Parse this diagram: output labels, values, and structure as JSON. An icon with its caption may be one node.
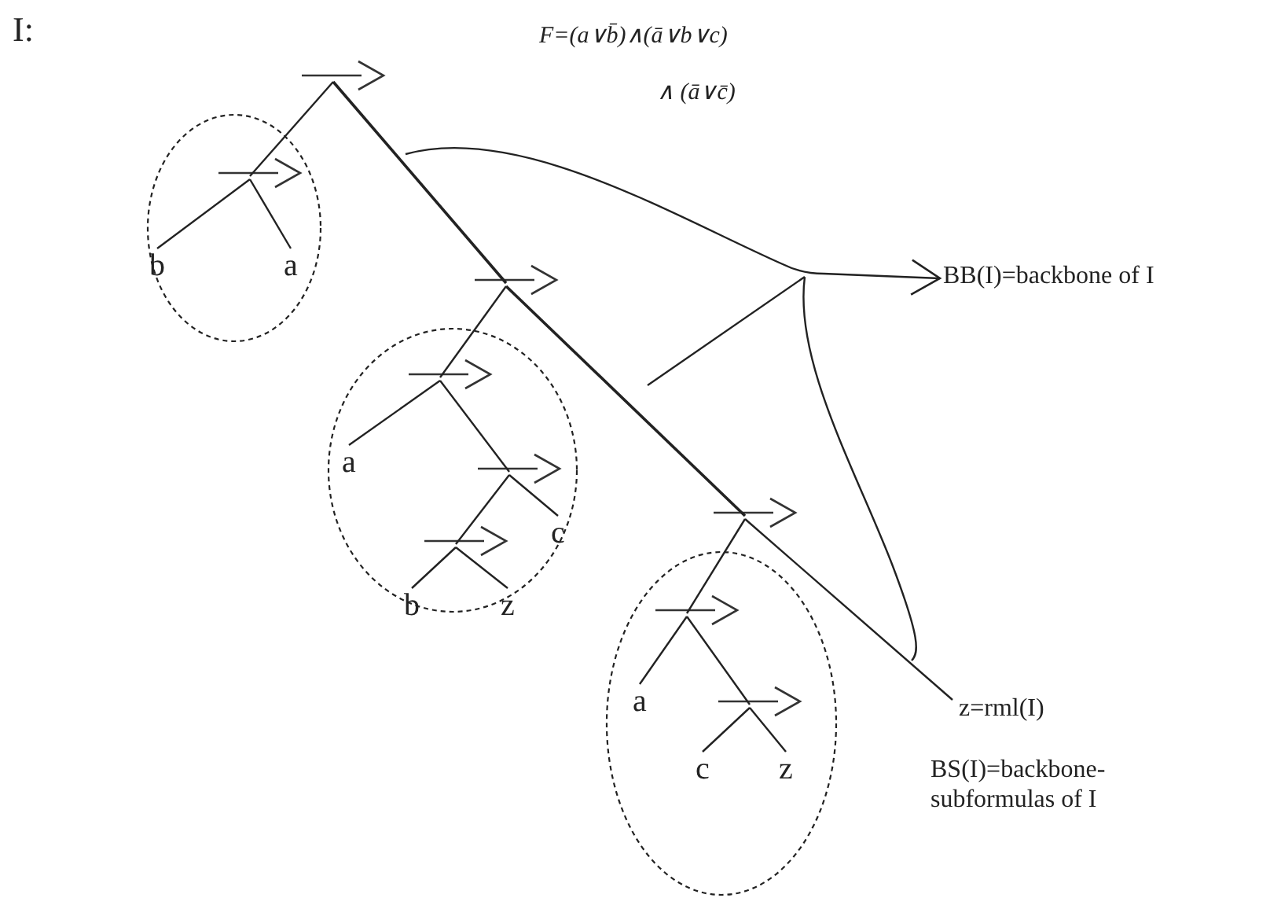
{
  "diagram": {
    "nodes": [
      {
        "text": [],
        "shape": "arrow"
      },
      {
        "text": [],
        "shape": "ellipse"
      },
      {
        "text": [],
        "shape": "arrow",
        "in": 1
      },
      {
        "text": [
          "b"
        ],
        "in": 1
      },
      {
        "text": [
          "a"
        ],
        "in": 1
      },
      {
        "text": [],
        "shape": "arrow"
      },
      {
        "text": [
          "BB(I)=backbone of I"
        ]
      },
      {
        "text": [],
        "shape": "ellipse"
      },
      {
        "text": [],
        "shape": "arrow",
        "in": 7
      },
      {
        "text": [
          "a"
        ],
        "in": 7
      },
      {
        "text": [],
        "shape": "arrow",
        "in": 7
      },
      {
        "text": [
          "c"
        ],
        "in": 7
      },
      {
        "text": [],
        "shape": "arrow",
        "in": 7
      },
      {
        "text": [
          "b"
        ],
        "in": 7
      },
      {
        "text": [
          "z"
        ],
        "in": 7
      },
      {
        "text": [],
        "shape": "arrow"
      },
      {
        "text": [],
        "shape": "ellipse"
      },
      {
        "text": [],
        "shape": "arrow",
        "in": 16
      },
      {
        "text": [
          "a"
        ],
        "in": 16
      },
      {
        "text": [],
        "shape": "arrow",
        "in": 16
      },
      {
        "text": [
          "c"
        ],
        "in": 16
      },
      {
        "text": [
          "z"
        ],
        "in": 16
      },
      {
        "text": [
          "z=rml(I)"
        ]
      }
    ],
    "edges": [
      {
        "from": 0,
        "to": 2,
        "arrow": "none"
      },
      {
        "from": 0,
        "to": 5,
        "arrow": "none"
      },
      {
        "from": 2,
        "to": 3,
        "arrow": "none"
      },
      {
        "from": 2,
        "to": 4,
        "arrow": "none"
      },
      {
        "from": 5,
        "to": 8,
        "arrow": "none"
      },
      {
        "from": 5,
        "to": 15,
        "arrow": "none"
      },
      {
        "from": 8,
        "to": 9,
        "arrow": "none"
      },
      {
        "from": 8,
        "to": 10,
        "arrow": "none"
      },
      {
        "from": 10,
        "to": 12,
        "arrow": "none"
      },
      {
        "from": 10,
        "to": 11,
        "arrow": "none"
      },
      {
        "from": 12,
        "to": 13,
        "arrow": "none"
      },
      {
        "from": 12,
        "to": 14,
        "arrow": "none"
      },
      {
        "from": 15,
        "to": 17,
        "arrow": "none"
      },
      {
        "from": 15,
        "to": 22,
        "arrow": "none"
      },
      {
        "from": 17,
        "to": 18,
        "arrow": "none"
      },
      {
        "from": 17,
        "to": 19,
        "arrow": "none"
      },
      {
        "from": 19,
        "to": 20,
        "arrow": "none"
      },
      {
        "from": 19,
        "to": 21,
        "arrow": "none"
      },
      {
        "from": null,
        "to": 6,
        "arrow": "to"
      }
    ],
    "labels": [
      "I:",
      "F=(a∨b̄)∧(ā∨b∨c)",
      "∧ (ā∨c̄)",
      "BS(I)=backbone-subformulas of I"
    ]
  }
}
